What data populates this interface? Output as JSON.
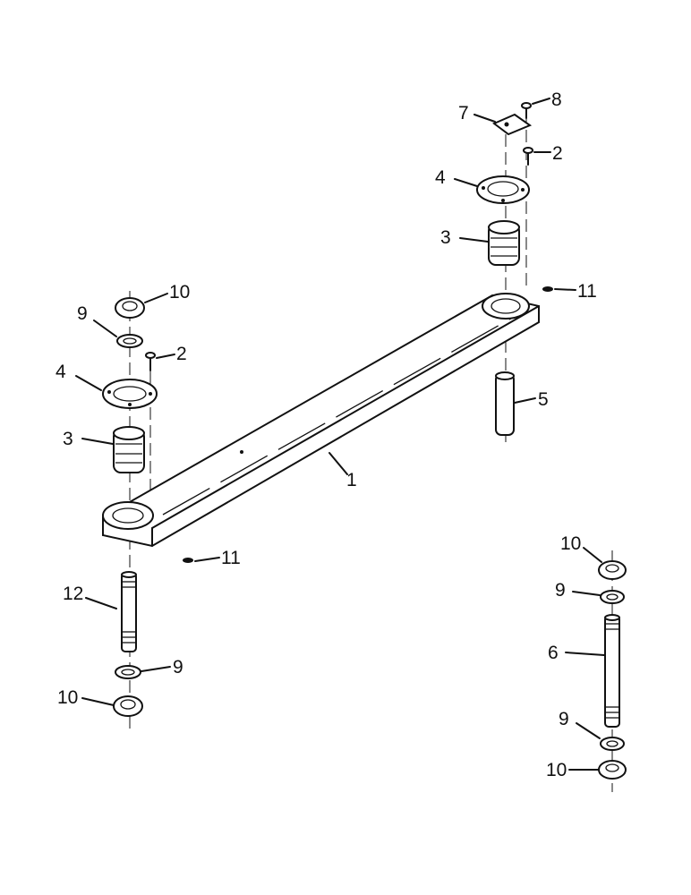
{
  "callouts": [
    {
      "id": "c8",
      "text": "8"
    },
    {
      "id": "c7",
      "text": "7"
    },
    {
      "id": "c2r",
      "text": "2"
    },
    {
      "id": "c4r",
      "text": "4"
    },
    {
      "id": "c3r",
      "text": "3"
    },
    {
      "id": "c11r",
      "text": "11"
    },
    {
      "id": "c5",
      "text": "5"
    },
    {
      "id": "c1",
      "text": "1"
    },
    {
      "id": "c10l",
      "text": "10"
    },
    {
      "id": "c9l",
      "text": "9"
    },
    {
      "id": "c2l",
      "text": "2"
    },
    {
      "id": "c4l",
      "text": "4"
    },
    {
      "id": "c3l",
      "text": "3"
    },
    {
      "id": "c11l",
      "text": "11"
    },
    {
      "id": "c12",
      "text": "12"
    },
    {
      "id": "c9lb",
      "text": "9"
    },
    {
      "id": "c10lb",
      "text": "10"
    },
    {
      "id": "c10r",
      "text": "10"
    },
    {
      "id": "c9r",
      "text": "9"
    },
    {
      "id": "c6",
      "text": "6"
    },
    {
      "id": "c9rb",
      "text": "9"
    },
    {
      "id": "c10rb",
      "text": "10"
    }
  ]
}
